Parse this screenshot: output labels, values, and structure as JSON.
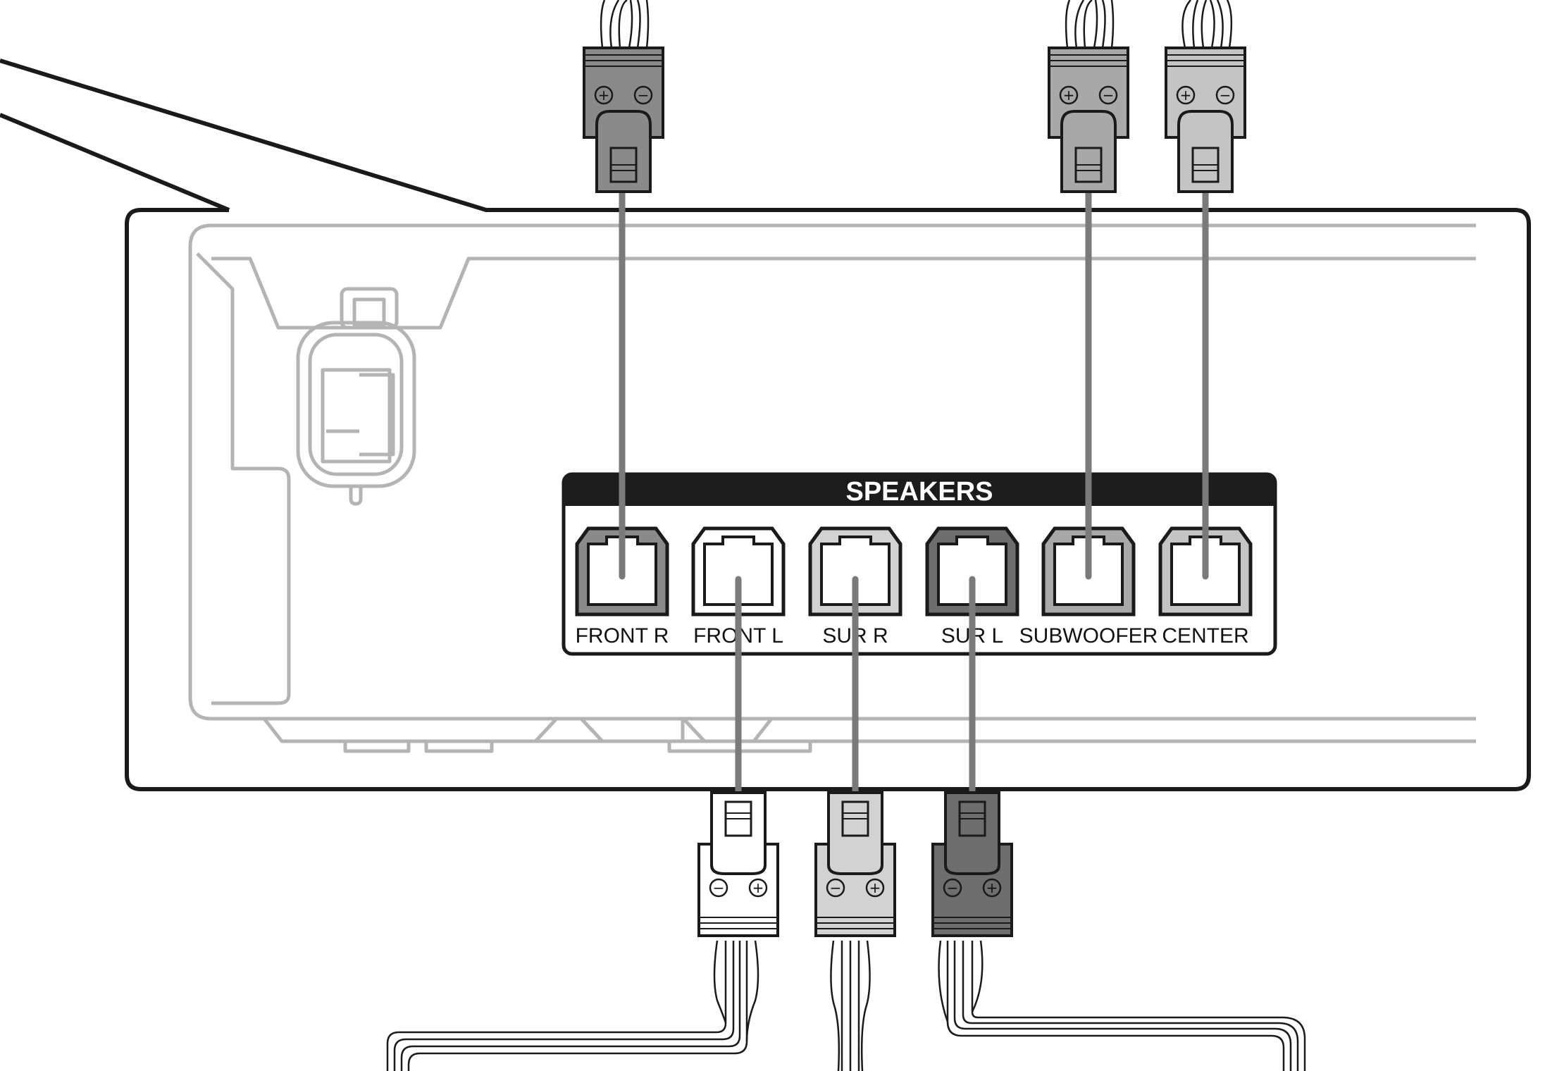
{
  "panel": {
    "title": "SPEAKERS"
  },
  "ports": [
    {
      "id": "front-r",
      "label": "FRONT R",
      "color": "#8a8a8a"
    },
    {
      "id": "front-l",
      "label": "FRONT L",
      "color": "#ffffff"
    },
    {
      "id": "sur-r",
      "label": "SUR R",
      "color": "#d2d2d2"
    },
    {
      "id": "sur-l",
      "label": "SUR L",
      "color": "#6e6e6e"
    },
    {
      "id": "subwoofer",
      "label": "SUBWOOFER",
      "color": "#a8a8a8"
    },
    {
      "id": "center",
      "label": "CENTER",
      "color": "#c4c4c4"
    }
  ],
  "plugs": {
    "plus_symbol": "⊕",
    "minus_symbol": "⊖"
  },
  "colors": {
    "outline": "#1a1a1a",
    "housing_detail": "#b4b4b4",
    "cable": "#7a7a7a",
    "panel_header": "#1c1c1c"
  }
}
